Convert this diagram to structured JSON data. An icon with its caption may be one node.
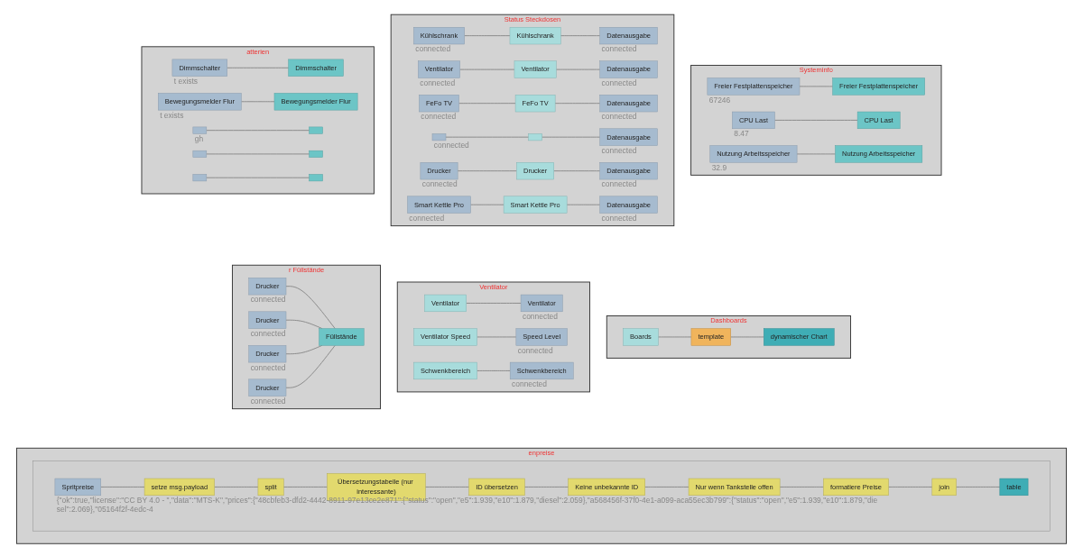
{
  "diagram": {
    "nodes": [
      {
        "text": [
          "atterien"
        ]
      },
      {
        "text": [
          "Dimmschalter"
        ],
        "in": 0,
        "beside": [
          "t exists"
        ]
      },
      {
        "text": [
          "Dimmschalter"
        ],
        "in": 0
      },
      {
        "text": [
          "Bewegungsmelder Flur"
        ],
        "in": 0,
        "beside": [
          "t exists"
        ]
      },
      {
        "text": [
          "Bewegungsmelder Flur"
        ],
        "in": 0
      },
      {
        "text": [],
        "shape": "box",
        "in": 0,
        "beside": [
          "gh"
        ]
      },
      {
        "text": [],
        "shape": "box",
        "in": 0
      },
      {
        "text": [],
        "shape": "box",
        "in": 0
      },
      {
        "text": [],
        "shape": "box",
        "in": 0
      },
      {
        "text": [],
        "shape": "box",
        "in": 0
      },
      {
        "text": [],
        "shape": "box",
        "in": 0
      },
      {
        "text": [
          "Status Steckdosen"
        ]
      },
      {
        "text": [
          "Kühlschrank"
        ],
        "in": 11,
        "beside": [
          "connected"
        ]
      },
      {
        "text": [
          "Kühlschrank"
        ],
        "in": 11
      },
      {
        "text": [
          "Datenausgabe"
        ],
        "in": 11,
        "beside": [
          "connected"
        ]
      },
      {
        "text": [
          "Ventilator"
        ],
        "in": 11,
        "beside": [
          "connected"
        ]
      },
      {
        "text": [
          "Ventilator"
        ],
        "in": 11
      },
      {
        "text": [
          "Datenausgabe"
        ],
        "in": 11,
        "beside": [
          "connected"
        ]
      },
      {
        "text": [
          "FeFo TV"
        ],
        "in": 11,
        "beside": [
          "connected"
        ]
      },
      {
        "text": [
          "FeFo TV"
        ],
        "in": 11
      },
      {
        "text": [
          "Datenausgabe"
        ],
        "in": 11,
        "beside": [
          "connected"
        ]
      },
      {
        "text": [],
        "shape": "box",
        "in": 11,
        "beside": [
          "connected"
        ]
      },
      {
        "text": [],
        "shape": "box",
        "in": 11
      },
      {
        "text": [
          "Datenausgabe"
        ],
        "in": 11,
        "beside": [
          "connected"
        ]
      },
      {
        "text": [
          "Drucker"
        ],
        "in": 11,
        "beside": [
          "connected"
        ]
      },
      {
        "text": [
          "Drucker"
        ],
        "in": 11
      },
      {
        "text": [
          "Datenausgabe"
        ],
        "in": 11,
        "beside": [
          "connected"
        ]
      },
      {
        "text": [
          "Smart Kettle Pro"
        ],
        "in": 11,
        "beside": [
          "connected"
        ]
      },
      {
        "text": [
          "Smart Kettle Pro"
        ],
        "in": 11
      },
      {
        "text": [
          "Datenausgabe"
        ],
        "in": 11,
        "beside": [
          "connected"
        ]
      },
      {
        "text": [
          "Systeminfo"
        ]
      },
      {
        "text": [
          "Freier Festplattenspeicher"
        ],
        "in": 30,
        "beside": [
          "67246"
        ]
      },
      {
        "text": [
          "Freier Festplattenspeicher"
        ],
        "in": 30
      },
      {
        "text": [
          "CPU Last"
        ],
        "in": 30,
        "beside": [
          "8.47"
        ]
      },
      {
        "text": [
          "CPU Last"
        ],
        "in": 30
      },
      {
        "text": [
          "Nutzung Arbeitsspeicher"
        ],
        "in": 30,
        "beside": [
          "32.9"
        ]
      },
      {
        "text": [
          "Nutzung Arbeitsspeicher"
        ],
        "in": 30
      },
      {
        "text": [
          "Ventilator"
        ]
      },
      {
        "text": [
          "Ventilator"
        ],
        "in": 37
      },
      {
        "text": [
          "Ventilator"
        ],
        "in": 37,
        "beside": [
          "connected"
        ]
      },
      {
        "text": [
          "Ventilator Speed"
        ],
        "in": 37
      },
      {
        "text": [
          "Speed Level"
        ],
        "in": 37,
        "beside": [
          "connected"
        ]
      },
      {
        "text": [
          "Schwenkbereich"
        ],
        "in": 37
      },
      {
        "text": [
          "Schwenkbereich"
        ],
        "in": 37,
        "beside": [
          "connected"
        ]
      },
      {
        "text": [
          "Dashboards"
        ]
      },
      {
        "text": [
          "Boards"
        ],
        "in": 44
      },
      {
        "text": [
          "template"
        ],
        "in": 44
      },
      {
        "text": [
          "dynamischer Chart"
        ],
        "in": 44
      },
      {
        "text": [
          "r Füllstände"
        ]
      },
      {
        "text": [
          "Drucker"
        ],
        "in": 48,
        "beside": [
          "connected"
        ]
      },
      {
        "text": [
          "Drucker"
        ],
        "in": 48,
        "beside": [
          "connected"
        ]
      },
      {
        "text": [
          "Drucker"
        ],
        "in": 48,
        "beside": [
          "connected"
        ]
      },
      {
        "text": [
          "Drucker"
        ],
        "in": 48,
        "beside": [
          "connected"
        ]
      },
      {
        "text": [
          "Füllstände"
        ],
        "in": 48
      },
      {
        "text": [
          "enpreise"
        ]
      },
      {
        "text": [],
        "shape": "box",
        "in": 54
      },
      {
        "text": [
          "Spritpreise"
        ],
        "in": 55,
        "beside": [
          "{\"ok\":true,\"license\":\"CC BY 4.0 - \",\"data\":\"MTS-K\",\"prices\":{\"48cbfeb3-dfd2-4442-8911-97e13ce2e871\":{\"status\":\"open\",\"e5\":1.939,\"e10\":1.879,\"diesel\":2.059},\"a568456f-37f0-4e1-a099-aca55ec3b799\":{\"status\":\"open\",\"e5\":1.939,\"e10\":1.879,\"diesel\":2.069},\"05164f2f-4edc-4"
        ]
      },
      {
        "text": [
          "setze msg.payload"
        ],
        "in": 55
      },
      {
        "text": [
          "split"
        ],
        "in": 55
      },
      {
        "text": [
          "Übersetzungstabelle (nur interessante)"
        ],
        "in": 55
      },
      {
        "text": [
          "ID übersetzen"
        ],
        "in": 55
      },
      {
        "text": [
          "Keine unbekannte ID"
        ],
        "in": 55
      },
      {
        "text": [
          "Nur wenn Tankstelle offen"
        ],
        "in": 55
      },
      {
        "text": [
          "formatiere Preise"
        ],
        "in": 55
      },
      {
        "text": [
          "join"
        ],
        "in": 55
      },
      {
        "text": [
          "table"
        ],
        "in": 55
      }
    ],
    "edges": [
      {
        "from": 1,
        "to": 2,
        "arrow": "none"
      },
      {
        "from": 3,
        "to": 4,
        "arrow": "none"
      },
      {
        "from": 5,
        "to": 6,
        "arrow": "none"
      },
      {
        "from": 7,
        "to": 8,
        "arrow": "none"
      },
      {
        "from": 9,
        "to": 10,
        "arrow": "none"
      },
      {
        "from": 12,
        "to": 13,
        "arrow": "none"
      },
      {
        "from": 13,
        "to": 14,
        "arrow": "none"
      },
      {
        "from": 15,
        "to": 16,
        "arrow": "none"
      },
      {
        "from": 16,
        "to": 17,
        "arrow": "none"
      },
      {
        "from": 18,
        "to": 19,
        "arrow": "none"
      },
      {
        "from": 19,
        "to": 20,
        "arrow": "none"
      },
      {
        "from": 21,
        "to": 22,
        "arrow": "none"
      },
      {
        "from": 22,
        "to": 23,
        "arrow": "none"
      },
      {
        "from": 24,
        "to": 25,
        "arrow": "none"
      },
      {
        "from": 25,
        "to": 26,
        "arrow": "none"
      },
      {
        "from": 27,
        "to": 28,
        "arrow": "none"
      },
      {
        "from": 28,
        "to": 29,
        "arrow": "none"
      },
      {
        "from": 31,
        "to": 32,
        "arrow": "none"
      },
      {
        "from": 33,
        "to": 34,
        "arrow": "none"
      },
      {
        "from": 35,
        "to": 36,
        "arrow": "none"
      },
      {
        "from": 38,
        "to": 39,
        "arrow": "none"
      },
      {
        "from": 40,
        "to": 41,
        "arrow": "none"
      },
      {
        "from": 42,
        "to": 43,
        "arrow": "none"
      },
      {
        "from": 45,
        "to": 46,
        "arrow": "none"
      },
      {
        "from": 46,
        "to": 47,
        "arrow": "none"
      },
      {
        "from": 49,
        "to": 53,
        "arrow": "none"
      },
      {
        "from": 50,
        "to": 53,
        "arrow": "none"
      },
      {
        "from": 51,
        "to": 53,
        "arrow": "none"
      },
      {
        "from": 52,
        "to": 53,
        "arrow": "none"
      },
      {
        "from": 56,
        "to": 57,
        "arrow": "none"
      },
      {
        "from": 57,
        "to": 58,
        "arrow": "none"
      },
      {
        "from": 58,
        "to": 59,
        "arrow": "none"
      },
      {
        "from": 59,
        "to": 60,
        "arrow": "none"
      },
      {
        "from": 60,
        "to": 61,
        "arrow": "none"
      },
      {
        "from": 61,
        "to": 62,
        "arrow": "none"
      },
      {
        "from": 62,
        "to": 63,
        "arrow": "none"
      },
      {
        "from": 63,
        "to": 64,
        "arrow": "none"
      },
      {
        "from": 64,
        "to": 65,
        "arrow": "none"
      }
    ]
  }
}
